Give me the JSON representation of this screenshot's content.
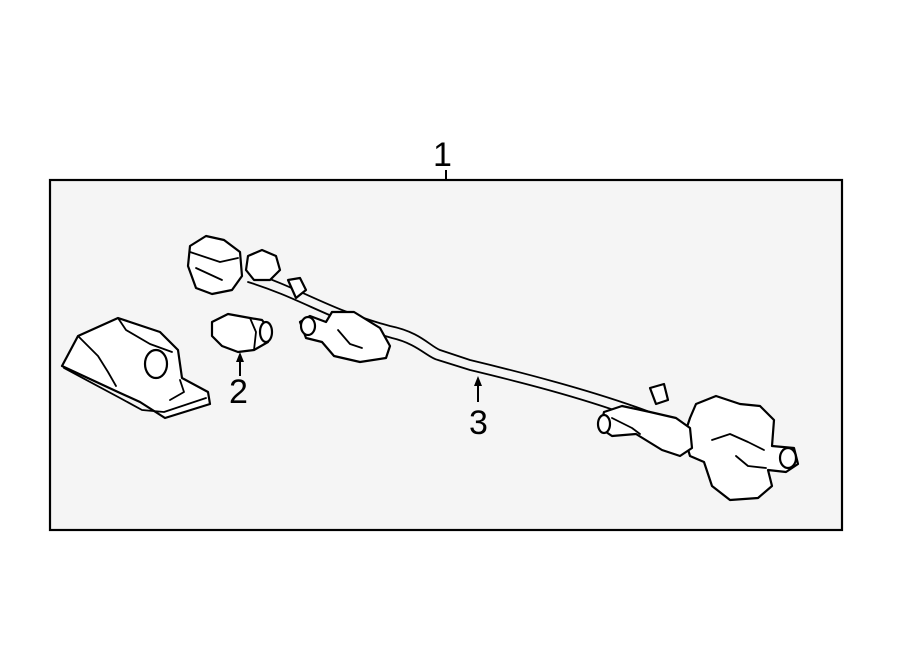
{
  "diagram": {
    "callouts": [
      {
        "id": "1",
        "label": "1"
      },
      {
        "id": "2",
        "label": "2"
      },
      {
        "id": "3",
        "label": "3"
      }
    ],
    "colors": {
      "line": "#000000",
      "panel": "#f5f5f5",
      "background": "#ffffff"
    }
  }
}
